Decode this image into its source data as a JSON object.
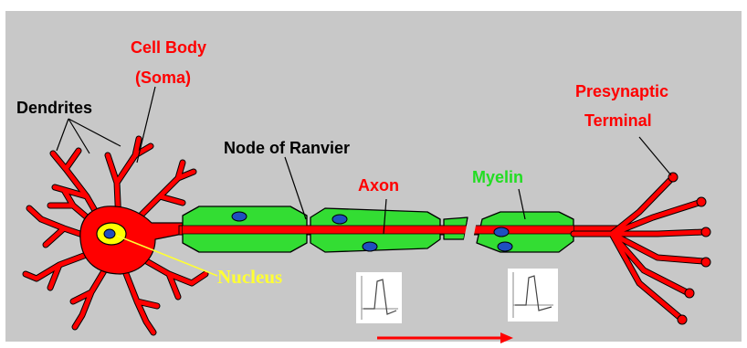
{
  "labels": {
    "cell_body_line1": "Cell Body",
    "cell_body_line2": "(Soma)",
    "dendrites": "Dendrites",
    "node_of_ranvier": "Node of Ranvier",
    "axon": "Axon",
    "myelin": "Myelin",
    "presynaptic_line1": "Presynaptic",
    "presynaptic_line2": "Terminal",
    "nucleus": "Nucleus"
  },
  "colors": {
    "panel_background": "#c8c8c8",
    "neuron_red": "#ff0000",
    "myelin_green": "#33dd33",
    "outline": "#000000",
    "schwann_nucleus_blue": "#1f4fbf",
    "nucleus_yellow": "#ffff00",
    "label_black": "#000000",
    "label_red": "#ff0000",
    "label_green": "#22dd22",
    "label_yellow": "#ffff33",
    "direction_arrow": "#ff0000"
  },
  "icons": [
    "action-potential-graph-icon",
    "direction-arrow-icon"
  ]
}
